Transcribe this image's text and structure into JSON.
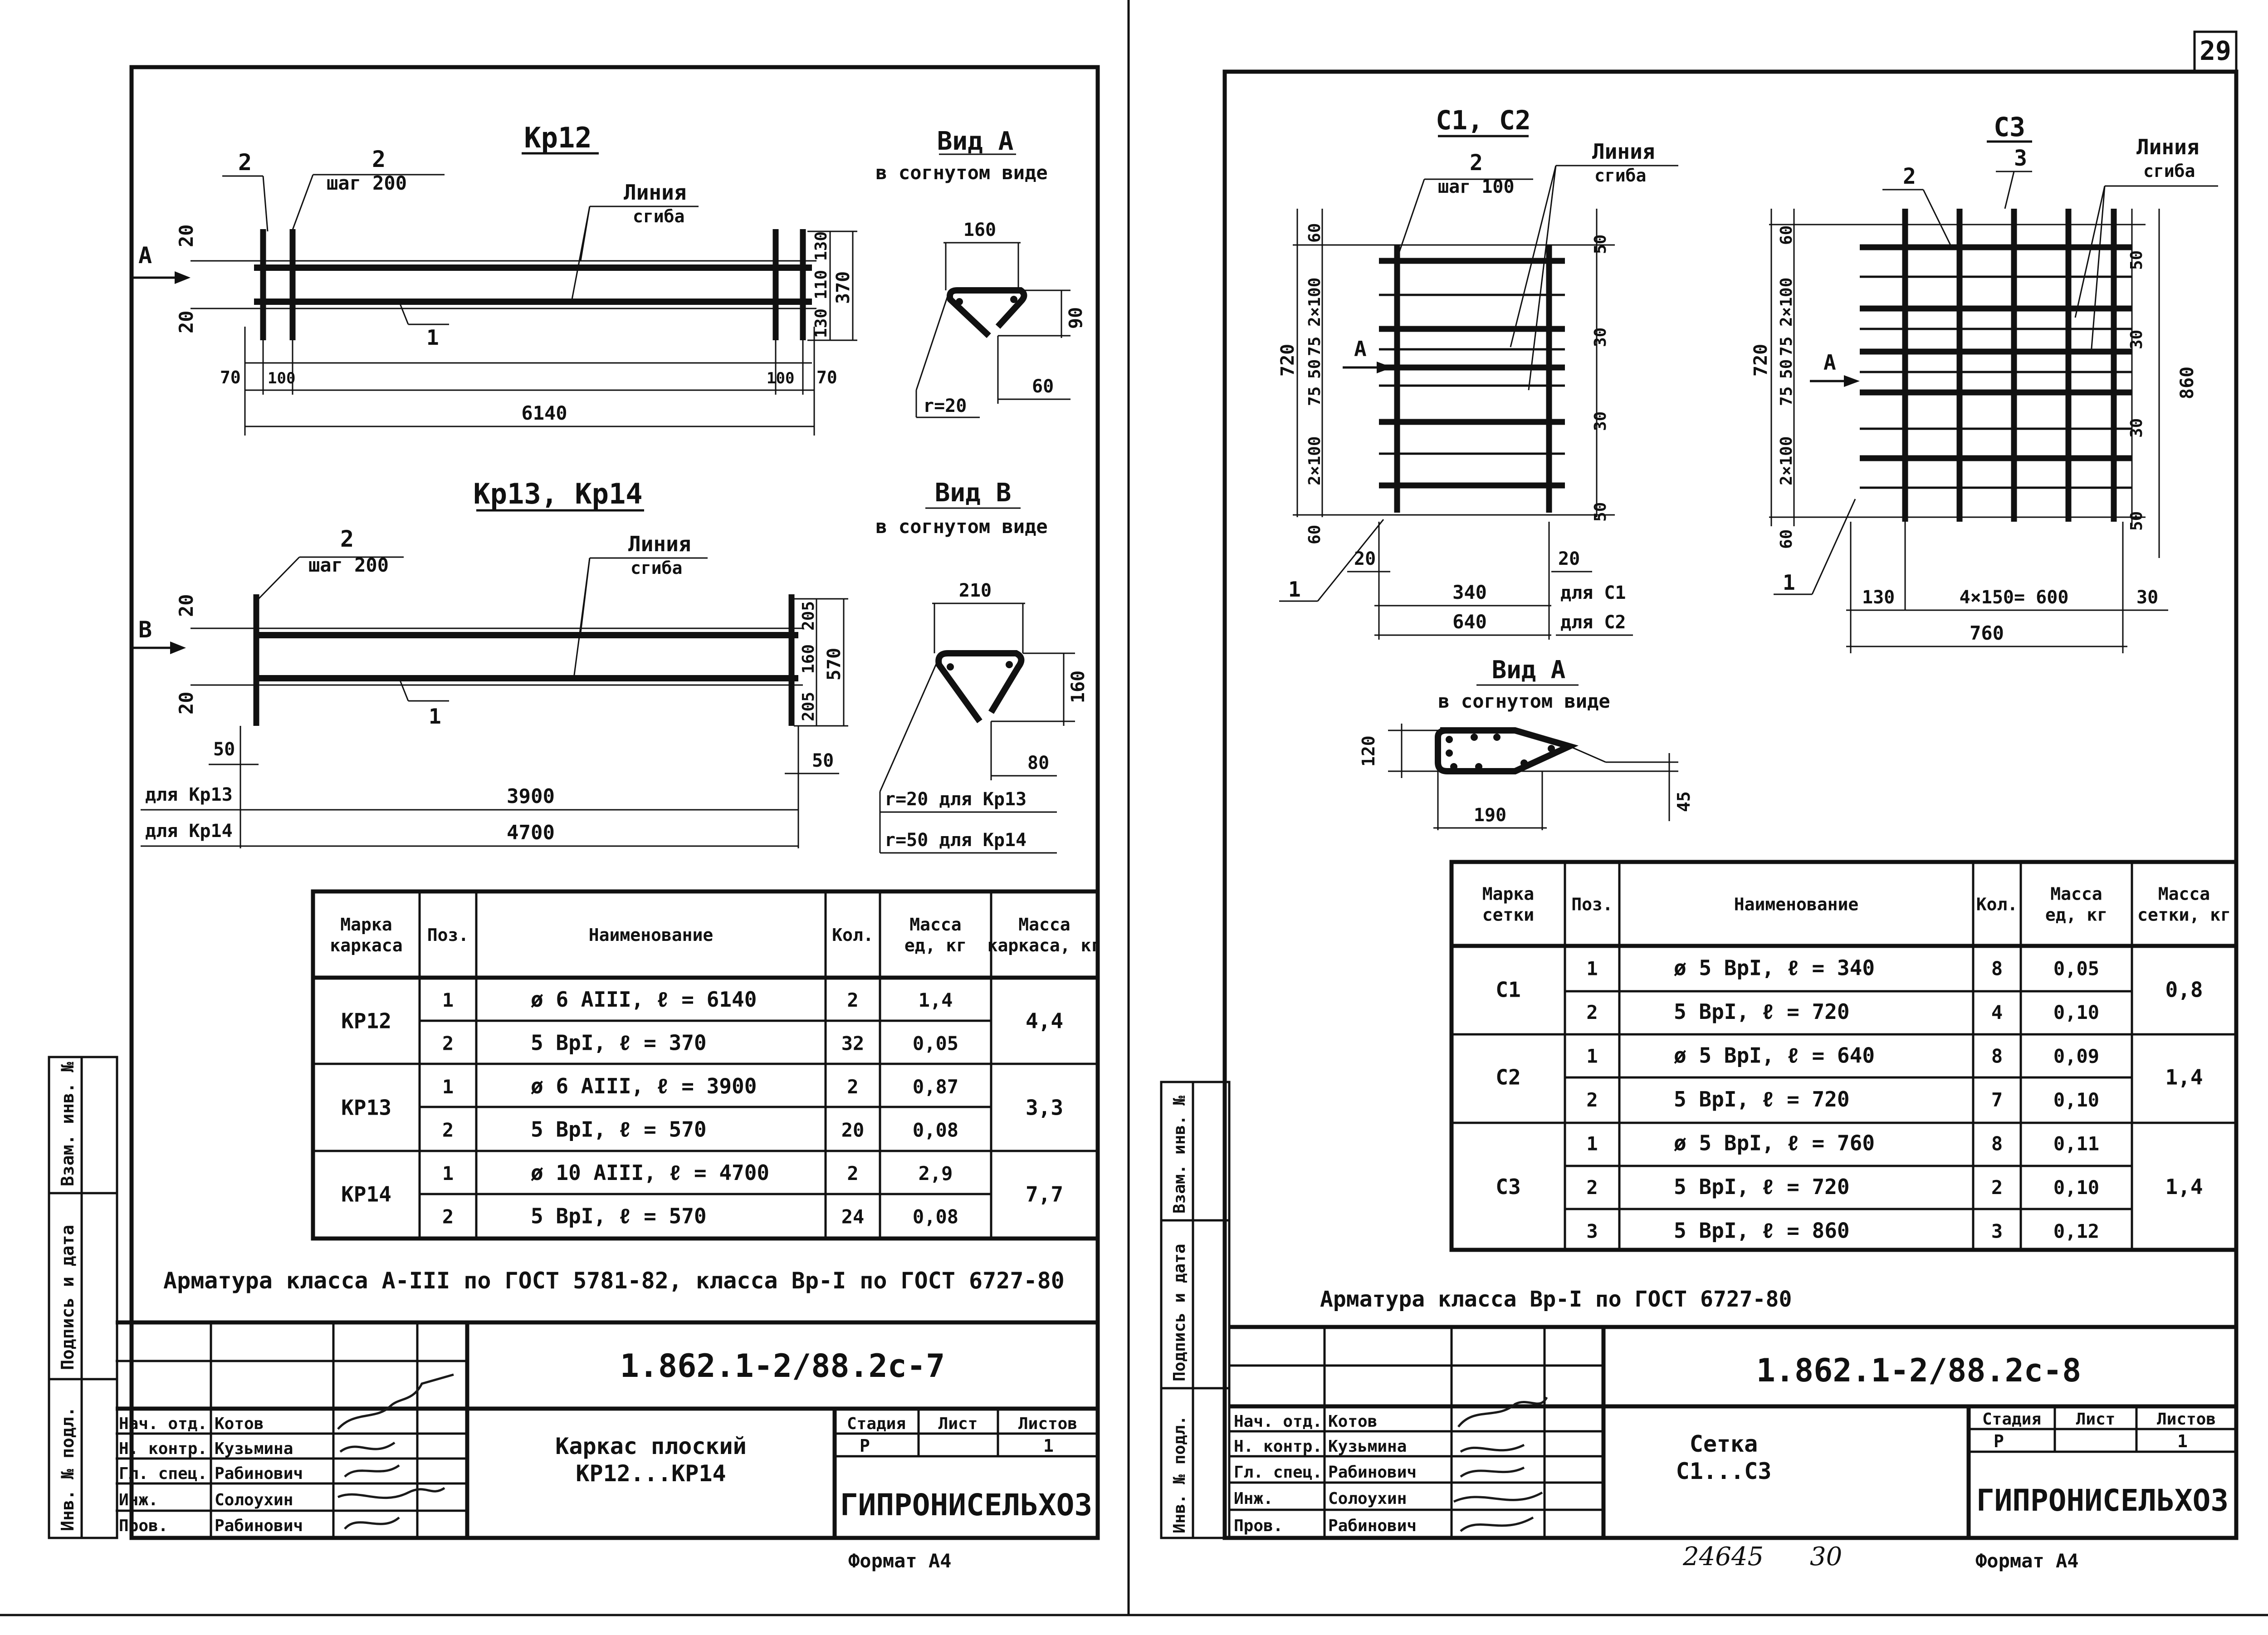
{
  "page_number": "29",
  "left_sheet": {
    "drawing_kr12": {
      "title": "Кр12",
      "pos2_label": "2",
      "pos2_label_b": "2",
      "pos2_step": "шаг 200",
      "bend_line": "Линия",
      "bend_line_b": "сгиба",
      "arrow_view": "А",
      "dim_20_top": "20",
      "dim_20_bot": "20",
      "dim_130a": "130",
      "dim_110": "110",
      "dim_130b": "130",
      "dim_370": "370",
      "dim_70_left": "70",
      "dim_100_left": "100",
      "dim_100_right": "100",
      "dim_70_right": "70",
      "dim_length": "6140",
      "pos1_label": "1",
      "view_title": "Вид А",
      "view_subtitle": "в согнутом виде",
      "view_dim_width": "160",
      "view_dim_height": "90",
      "view_dim_tail": "60",
      "view_radius": "r=20"
    },
    "drawing_kr13": {
      "title": "Кр13, Кр14",
      "pos2_label": "2",
      "pos2_step": "шаг 200",
      "bend_line": "Линия",
      "bend_line_b": "сгиба",
      "arrow_view": "В",
      "dim_20_top": "20",
      "dim_20_bot": "20",
      "dim_205a": "205",
      "dim_160": "160",
      "dim_205b": "205",
      "dim_570": "570",
      "dim_50_left": "50",
      "dim_50_right": "50",
      "pos1_label": "1",
      "for_kr13": "для Кр13",
      "len_kr13": "3900",
      "for_kr14": "для Кр14",
      "len_kr14": "4700",
      "view_title": "Вид В",
      "view_subtitle": "в согнутом виде",
      "view_dim_width": "210",
      "view_dim_height": "160",
      "view_dim_tail": "80",
      "radius_kr13": "r=20 для Кр13",
      "radius_kr14": "r=50 для Кр14"
    },
    "table": {
      "headers": [
        "Марка каркаса",
        "Поз.",
        "Наименование",
        "Кол.",
        "Масса ед, кг",
        "Масса каркаса, кг"
      ],
      "groups": [
        {
          "mark": "КР12",
          "total": "4,4",
          "rows": [
            {
              "pos": "1",
              "name": "ø 6 АIII,  ℓ = 6140",
              "qty": "2",
              "mass": "1,4"
            },
            {
              "pos": "2",
              "name": "5 ВрI,  ℓ = 370",
              "qty": "32",
              "mass": "0,05"
            }
          ]
        },
        {
          "mark": "КР13",
          "total": "3,3",
          "rows": [
            {
              "pos": "1",
              "name": "ø 6 АIII,  ℓ = 3900",
              "qty": "2",
              "mass": "0,87"
            },
            {
              "pos": "2",
              "name": "5 ВрI,  ℓ = 570",
              "qty": "20",
              "mass": "0,08"
            }
          ]
        },
        {
          "mark": "КР14",
          "total": "7,7",
          "rows": [
            {
              "pos": "1",
              "name": "ø 10 АIII,  ℓ = 4700",
              "qty": "2",
              "mass": "2,9"
            },
            {
              "pos": "2",
              "name": "5 ВрI,  ℓ = 570",
              "qty": "24",
              "mass": "0,08"
            }
          ]
        }
      ]
    },
    "note": "Арматура класса А-III по ГОСТ 5781-82, класса Вр-I по ГОСТ 6727-80",
    "side_labels": [
      "Взам. инв. №",
      "Подпись и дата",
      "Инв. № подл."
    ],
    "title_block": {
      "code": "1.862.1-2/88.2с-7",
      "roles": [
        "Нач. отд.",
        "Н. контр.",
        "Гл. спец.",
        "Инж.",
        "Пров."
      ],
      "names": [
        "Котов",
        "Кузьмина",
        "Рабинович",
        "Солоухин",
        "Рабинович"
      ],
      "name_line1": "Каркас плоский",
      "name_line2": "КР12...КР14",
      "stage_label": "Стадия",
      "sheet_label": "Лист",
      "sheets_label": "Листов",
      "stage": "Р",
      "sheets": "1",
      "org": "ГИПРОНИСЕЛЬХОЗ"
    },
    "format": "Формат А4"
  },
  "right_sheet": {
    "drawing_c12": {
      "title": "С1, С2",
      "pos2_label": "2",
      "pos2_step": "шаг 100",
      "bend_line": "Линия",
      "bend_line_b": "сгиба",
      "arrow_view": "А",
      "dim_60_top": "60",
      "dim_2x100_top": "2×100",
      "dim_75a": "75",
      "dim_50": "50",
      "dim_75b": "75",
      "dim_2x100_bot": "2×100",
      "dim_60_bot": "60",
      "dim_720": "720",
      "r_50_top": "50",
      "r_30_top": "30",
      "r_30_bot": "30",
      "r_50_bot": "50",
      "dim_20_left": "20",
      "dim_20_right": "20",
      "pos1_label": "1",
      "dim_340": "340",
      "for_c1": "для С1",
      "dim_640": "640",
      "for_c2": "для С2"
    },
    "drawing_c3": {
      "title": "С3",
      "pos3_label": "3",
      "pos2_label": "2",
      "bend_line": "Линия",
      "bend_line_b": "сгиба",
      "arrow_view": "А",
      "dim_60_top": "60",
      "dim_2x100_top": "2×100",
      "dim_75a": "75",
      "dim_50": "50",
      "dim_75b": "75",
      "dim_2x100_bot": "2×100",
      "dim_60_bot": "60",
      "dim_720": "720",
      "r_50_top": "50",
      "r_30_top": "30",
      "r_30_bot": "30",
      "r_50_bot": "50",
      "dim_860": "860",
      "pos1_label": "1",
      "dim_130": "130",
      "dim_4x150": "4×150= 600",
      "dim_30": "30",
      "dim_760": "760"
    },
    "view_a": {
      "title": "Вид А",
      "subtitle": "в согнутом виде",
      "dim_height": "120",
      "dim_width": "190",
      "dim_tail": "45"
    },
    "table": {
      "headers": [
        "Марка сетки",
        "Поз.",
        "Наименование",
        "Кол.",
        "Масса ед, кг",
        "Масса сетки, кг"
      ],
      "groups": [
        {
          "mark": "С1",
          "total": "0,8",
          "rows": [
            {
              "pos": "1",
              "name": "ø 5 ВрI,  ℓ = 340",
              "qty": "8",
              "mass": "0,05"
            },
            {
              "pos": "2",
              "name": "5 ВрI,  ℓ = 720",
              "qty": "4",
              "mass": "0,10"
            }
          ]
        },
        {
          "mark": "С2",
          "total": "1,4",
          "rows": [
            {
              "pos": "1",
              "name": "ø 5 ВрI,  ℓ = 640",
              "qty": "8",
              "mass": "0,09"
            },
            {
              "pos": "2",
              "name": "5 ВрI,  ℓ = 720",
              "qty": "7",
              "mass": "0,10"
            }
          ]
        },
        {
          "mark": "С3",
          "total": "1,4",
          "rows": [
            {
              "pos": "1",
              "name": "ø 5 ВрI,  ℓ = 760",
              "qty": "8",
              "mass": "0,11"
            },
            {
              "pos": "2",
              "name": "5 ВрI,  ℓ = 720",
              "qty": "2",
              "mass": "0,10"
            },
            {
              "pos": "3",
              "name": "5 ВрI,  ℓ = 860",
              "qty": "3",
              "mass": "0,12"
            }
          ]
        }
      ]
    },
    "note": "Арматура класса Вр-I по ГОСТ 6727-80",
    "side_labels": [
      "Взам. инв. №",
      "Подпись и дата",
      "Инв. № подл."
    ],
    "title_block": {
      "code": "1.862.1-2/88.2с-8",
      "roles": [
        "Нач. отд.",
        "Н. контр.",
        "Гл. спец.",
        "Инж.",
        "Пров."
      ],
      "names": [
        "Котов",
        "Кузьмина",
        "Рабинович",
        "Солоухин",
        "Рабинович"
      ],
      "name_line1": "Сетка",
      "name_line2": "С1...С3",
      "stage_label": "Стадия",
      "sheet_label": "Лист",
      "sheets_label": "Листов",
      "stage": "Р",
      "sheets": "1",
      "org": "ГИПРОНИСЕЛЬХОЗ"
    },
    "inventory": "24645",
    "inventory_sheet": "30",
    "format": "Формат А4"
  }
}
